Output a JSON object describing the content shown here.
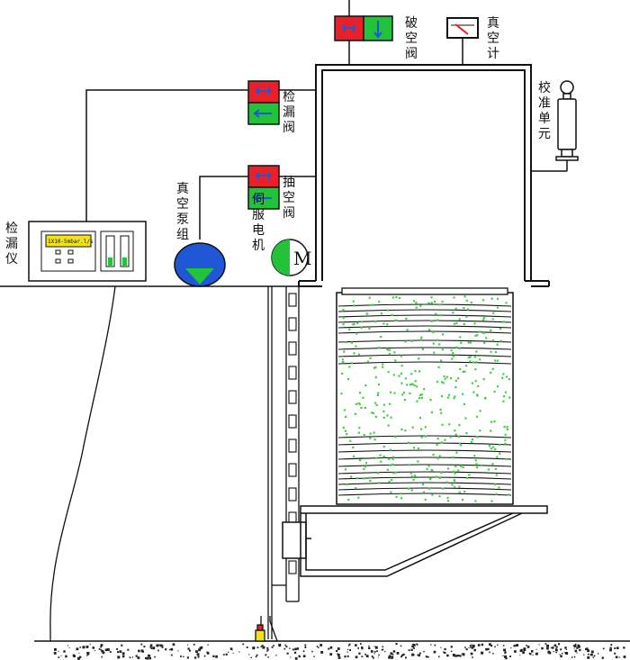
{
  "labels": {
    "po_kong_fa": "破空阀",
    "zhen_kong_ji": "真空计",
    "jian_lou_fa": "检漏阀",
    "chou_kong_fa": "抽空阀",
    "jiao_zhun_dan_yuan": "校准单元",
    "jian_lou_yi": "检漏仪",
    "zhen_kong_beng_zu": "真空泵组",
    "si_fu_dian_ji": "伺服电机"
  },
  "detector_display": "1X10-5mbar.l/s",
  "motor_letter": "M",
  "colors": {
    "valve_closed": "#e8202a",
    "valve_open": "#22c23a",
    "pump": "#1f57d6",
    "pump_triangle": "#21c43a",
    "motor": "#22c23a",
    "display": "#f3e21a",
    "leak_dots": "#3fd23f",
    "lines": "#111111"
  }
}
